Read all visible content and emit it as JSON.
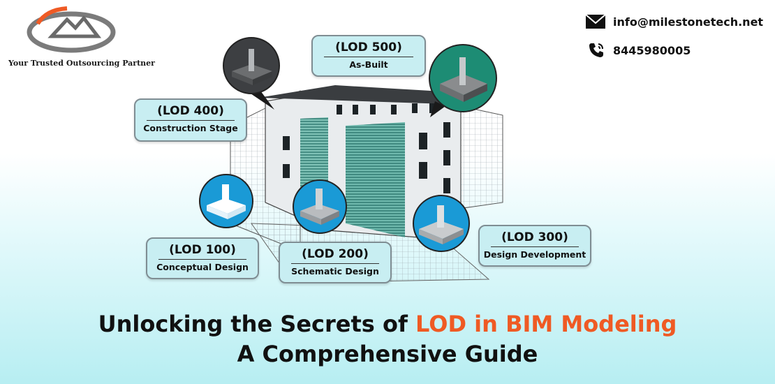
{
  "brand": {
    "tagline": "Your Trusted Outsourcing Partner",
    "accent_color": "#ef5a24"
  },
  "contact": {
    "email": "info@milestonetech.net",
    "phone": "8445980005"
  },
  "lods": [
    {
      "code": "(LOD 500)",
      "stage": "As-Built"
    },
    {
      "code": "(LOD 400)",
      "stage": "Construction Stage"
    },
    {
      "code": "(LOD 100)",
      "stage": "Conceptual Design"
    },
    {
      "code": "(LOD 200)",
      "stage": "Schematic Design"
    },
    {
      "code": "(LOD 300)",
      "stage": "Design Development"
    }
  ],
  "headline": {
    "line1_prefix": "Unlocking the Secrets of ",
    "line1_highlight": "LOD in BIM Modeling",
    "line2": "A Comprehensive Guide"
  }
}
